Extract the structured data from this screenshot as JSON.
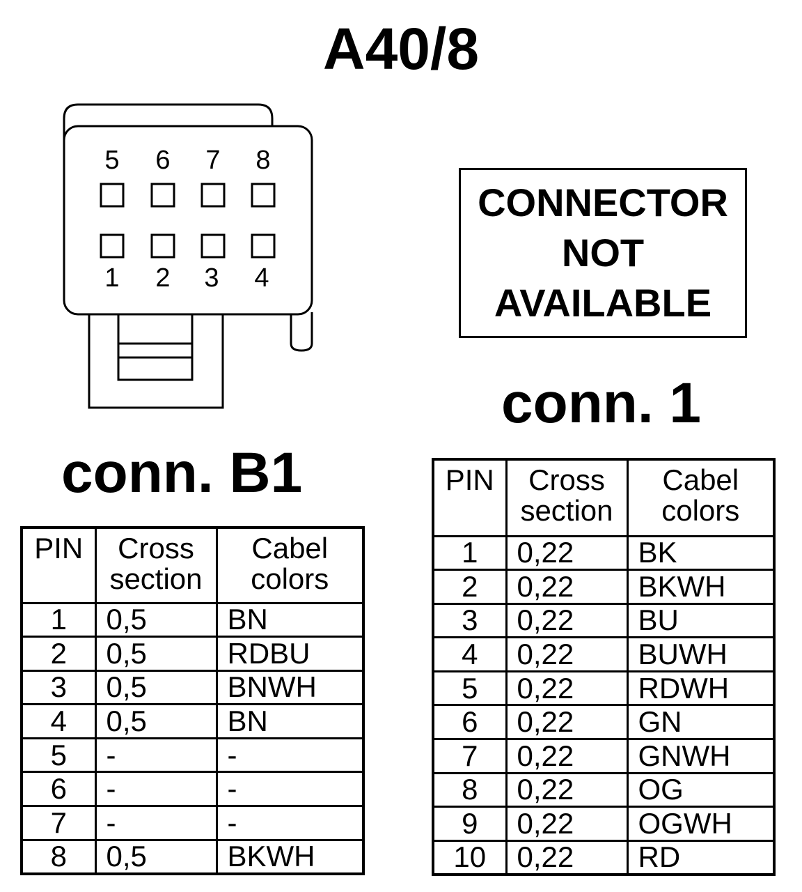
{
  "title": "A40/8",
  "connector_diagram": {
    "pins_top": [
      "5",
      "6",
      "7",
      "8"
    ],
    "pins_bottom": [
      "1",
      "2",
      "3",
      "4"
    ]
  },
  "not_available": {
    "line1": "CONNECTOR",
    "line2": "NOT",
    "line3": "AVAILABLE"
  },
  "conn1": {
    "label": "conn. 1",
    "headers": {
      "pin": "PIN",
      "cross": "Cross section",
      "color": "Cabel colors"
    },
    "rows": [
      {
        "pin": "1",
        "cross": "0,22",
        "color": "BK"
      },
      {
        "pin": "2",
        "cross": "0,22",
        "color": "BKWH"
      },
      {
        "pin": "3",
        "cross": "0,22",
        "color": "BU"
      },
      {
        "pin": "4",
        "cross": "0,22",
        "color": "BUWH"
      },
      {
        "pin": "5",
        "cross": "0,22",
        "color": "RDWH"
      },
      {
        "pin": "6",
        "cross": "0,22",
        "color": "GN"
      },
      {
        "pin": "7",
        "cross": "0,22",
        "color": "GNWH"
      },
      {
        "pin": "8",
        "cross": "0,22",
        "color": "OG"
      },
      {
        "pin": "9",
        "cross": "0,22",
        "color": "OGWH"
      },
      {
        "pin": "10",
        "cross": "0,22",
        "color": "RD"
      }
    ]
  },
  "connB1": {
    "label": "conn. B1",
    "headers": {
      "pin": "PIN",
      "cross": "Cross section",
      "color": "Cabel colors"
    },
    "rows": [
      {
        "pin": "1",
        "cross": "0,5",
        "color": "BN"
      },
      {
        "pin": "2",
        "cross": "0,5",
        "color": "RDBU"
      },
      {
        "pin": "3",
        "cross": "0,5",
        "color": "BNWH"
      },
      {
        "pin": "4",
        "cross": "0,5",
        "color": "BN"
      },
      {
        "pin": "5",
        "cross": "-",
        "color": "-"
      },
      {
        "pin": "6",
        "cross": "-",
        "color": "-"
      },
      {
        "pin": "7",
        "cross": "-",
        "color": "-"
      },
      {
        "pin": "8",
        "cross": "0,5",
        "color": "BKWH"
      }
    ]
  }
}
